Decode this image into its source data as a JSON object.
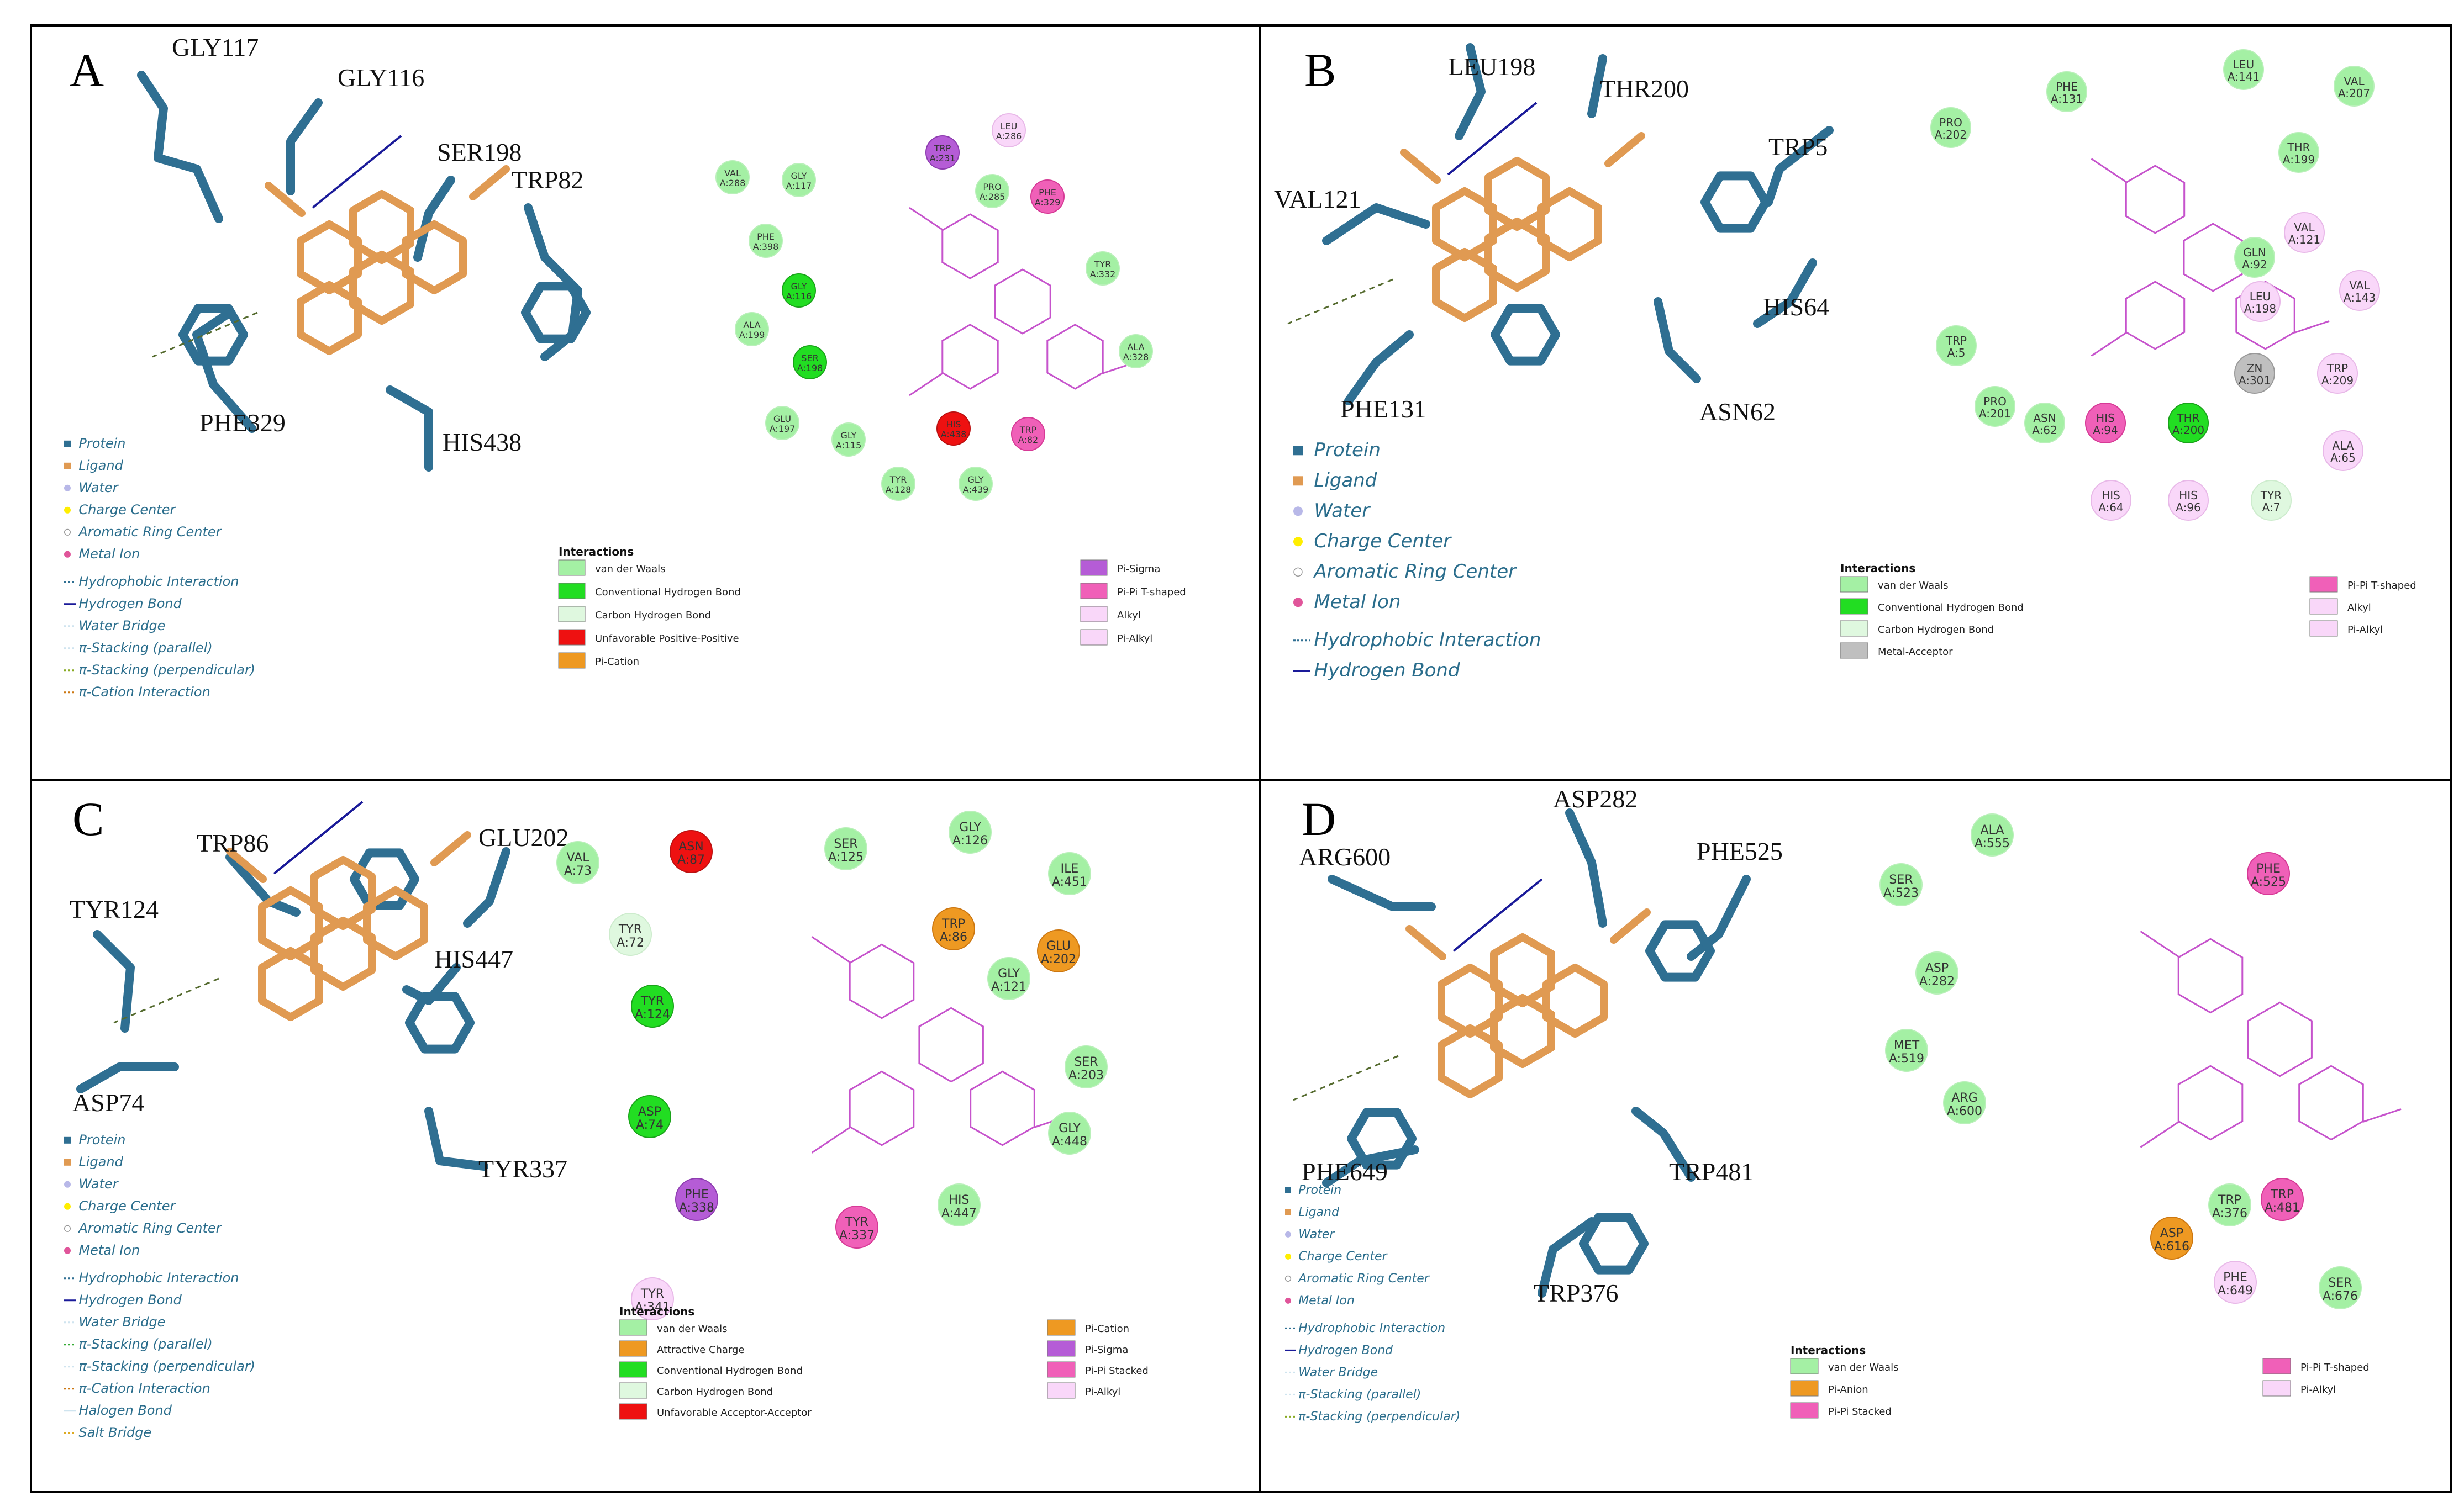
{
  "figure": {
    "background": "#ffffff",
    "border_color": "#000000"
  },
  "colors": {
    "protein": "#2f6f92",
    "ligand": "#e09a52",
    "water": "#b8b8e8",
    "charge": "#ffee00",
    "aromatic": "#ffffff",
    "metal": "#e0559a",
    "vdw": "#a4f0a4",
    "hbond": "#22dd22",
    "carbon_hbond": "#dff8df",
    "unfav": "#ee1111",
    "pi_cation": "#ee9922",
    "pi_sigma": "#b55cd6",
    "pi_pi_t": "#f060b8",
    "alkyl": "#f9d7f9",
    "metal_acceptor": "#bfbfbf",
    "attractive": "#ee9922",
    "pi_stacked": "#f060b8",
    "pi_anion": "#ee9922",
    "ligand2d": "#c653cc"
  },
  "panels": [
    {
      "letter": "A",
      "residues3d": [
        "GLY117",
        "GLY116",
        "SER198",
        "TRP82",
        "PHE329",
        "HIS438"
      ],
      "legend": {
        "size": 24,
        "items": [
          {
            "label": "Protein",
            "marker": "square",
            "color": "#2f6f92"
          },
          {
            "label": "Ligand",
            "marker": "square",
            "color": "#e09a52"
          },
          {
            "label": "Water",
            "marker": "dot",
            "color": "#b8b8e8"
          },
          {
            "label": "Charge Center",
            "marker": "dot",
            "color": "#ffee00"
          },
          {
            "label": "Aromatic Ring Center",
            "marker": "ring",
            "color": "#ffffff"
          },
          {
            "label": "Metal Ion",
            "marker": "dot",
            "color": "#e0559a"
          }
        ],
        "lines": [
          {
            "label": "Hydrophobic Interaction",
            "color": "#2f6f92",
            "dash": true
          },
          {
            "label": "Hydrogen Bond",
            "color": "#1a1a99",
            "dash": false
          },
          {
            "label": "Water Bridge",
            "color": "#cfe4ef",
            "dash": true
          },
          {
            "label": "π-Stacking (parallel)",
            "color": "#cfe4ef",
            "dash": true
          },
          {
            "label": "π-Stacking (perpendicular)",
            "color": "#88aa22",
            "dash": true
          },
          {
            "label": "π-Cation Interaction",
            "color": "#cc7711",
            "dash": true
          }
        ]
      },
      "residues2d": [
        {
          "name": "VAL",
          "num": "A:288",
          "type": "vdw"
        },
        {
          "name": "GLY",
          "num": "A:117",
          "type": "vdw"
        },
        {
          "name": "TRP",
          "num": "A:231",
          "type": "pi_sigma"
        },
        {
          "name": "LEU",
          "num": "A:286",
          "type": "alkyl"
        },
        {
          "name": "PRO",
          "num": "A:285",
          "type": "vdw"
        },
        {
          "name": "PHE",
          "num": "A:329",
          "type": "pi_pi_t"
        },
        {
          "name": "PHE",
          "num": "A:398",
          "type": "vdw"
        },
        {
          "name": "GLY",
          "num": "A:116",
          "type": "hbond"
        },
        {
          "name": "TYR",
          "num": "A:332",
          "type": "vdw"
        },
        {
          "name": "ALA",
          "num": "A:199",
          "type": "vdw"
        },
        {
          "name": "SER",
          "num": "A:198",
          "type": "hbond"
        },
        {
          "name": "ALA",
          "num": "A:328",
          "type": "vdw"
        },
        {
          "name": "GLU",
          "num": "A:197",
          "type": "vdw"
        },
        {
          "name": "GLY",
          "num": "A:115",
          "type": "vdw"
        },
        {
          "name": "HIS",
          "num": "A:438",
          "type": "unfav"
        },
        {
          "name": "TRP",
          "num": "A:82",
          "type": "pi_pi_t"
        },
        {
          "name": "TYR",
          "num": "A:128",
          "type": "vdw"
        },
        {
          "name": "GLY",
          "num": "A:439",
          "type": "vdw"
        }
      ],
      "interactions": {
        "title": "Interactions",
        "left": [
          {
            "label": "van der Waals",
            "type": "vdw"
          },
          {
            "label": "Conventional Hydrogen Bond",
            "type": "hbond"
          },
          {
            "label": "Carbon Hydrogen Bond",
            "type": "carbon_hbond"
          },
          {
            "label": "Unfavorable Positive-Positive",
            "type": "unfav"
          },
          {
            "label": "Pi-Cation",
            "type": "pi_cation"
          }
        ],
        "right": [
          {
            "label": "Pi-Sigma",
            "type": "pi_sigma"
          },
          {
            "label": "Pi-Pi T-shaped",
            "type": "pi_pi_t"
          },
          {
            "label": "Alkyl",
            "type": "alkyl"
          },
          {
            "label": "Pi-Alkyl",
            "type": "alkyl"
          }
        ]
      }
    },
    {
      "letter": "B",
      "residues3d": [
        "LEU198",
        "THR200",
        "TRP5",
        "VAL121",
        "HIS64",
        "PHE131",
        "ASN62"
      ],
      "legend": {
        "size": 34,
        "items": [
          {
            "label": "Protein",
            "marker": "square",
            "color": "#2f6f92"
          },
          {
            "label": "Ligand",
            "marker": "square",
            "color": "#e09a52"
          },
          {
            "label": "Water",
            "marker": "dot",
            "color": "#b8b8e8"
          },
          {
            "label": "Charge Center",
            "marker": "dot",
            "color": "#ffee00"
          },
          {
            "label": "Aromatic Ring Center",
            "marker": "ring",
            "color": "#ffffff"
          },
          {
            "label": "Metal Ion",
            "marker": "dot",
            "color": "#e0559a"
          }
        ],
        "lines": [
          {
            "label": "Hydrophobic Interaction",
            "color": "#2f6f92",
            "dash": true
          },
          {
            "label": "Hydrogen Bond",
            "color": "#1a1a99",
            "dash": false
          }
        ]
      },
      "residues2d": [
        {
          "name": "PHE",
          "num": "A:131",
          "type": "vdw"
        },
        {
          "name": "LEU",
          "num": "A:141",
          "type": "vdw"
        },
        {
          "name": "VAL",
          "num": "A:207",
          "type": "vdw"
        },
        {
          "name": "PRO",
          "num": "A:202",
          "type": "vdw"
        },
        {
          "name": "THR",
          "num": "A:199",
          "type": "vdw"
        },
        {
          "name": "VAL",
          "num": "A:121",
          "type": "alkyl"
        },
        {
          "name": "GLN",
          "num": "A:92",
          "type": "vdw"
        },
        {
          "name": "VAL",
          "num": "A:143",
          "type": "alkyl"
        },
        {
          "name": "LEU",
          "num": "A:198",
          "type": "alkyl"
        },
        {
          "name": "TRP",
          "num": "A:5",
          "type": "vdw"
        },
        {
          "name": "ZN",
          "num": "A:301",
          "type": "metal_acceptor"
        },
        {
          "name": "TRP",
          "num": "A:209",
          "type": "alkyl"
        },
        {
          "name": "PRO",
          "num": "A:201",
          "type": "vdw"
        },
        {
          "name": "ASN",
          "num": "A:62",
          "type": "vdw"
        },
        {
          "name": "HIS",
          "num": "A:94",
          "type": "pi_pi_t"
        },
        {
          "name": "THR",
          "num": "A:200",
          "type": "hbond"
        },
        {
          "name": "ALA",
          "num": "A:65",
          "type": "alkyl"
        },
        {
          "name": "HIS",
          "num": "A:64",
          "type": "alkyl"
        },
        {
          "name": "HIS",
          "num": "A:96",
          "type": "alkyl"
        },
        {
          "name": "TYR",
          "num": "A:7",
          "type": "carbon_hbond"
        }
      ],
      "interactions": {
        "title": "Interactions",
        "left": [
          {
            "label": "van der Waals",
            "type": "vdw"
          },
          {
            "label": "Conventional Hydrogen Bond",
            "type": "hbond"
          },
          {
            "label": "Carbon Hydrogen Bond",
            "type": "carbon_hbond"
          },
          {
            "label": "Metal-Acceptor",
            "type": "metal_acceptor"
          }
        ],
        "right": [
          {
            "label": "Pi-Pi T-shaped",
            "type": "pi_pi_t"
          },
          {
            "label": "Alkyl",
            "type": "alkyl"
          },
          {
            "label": "Pi-Alkyl",
            "type": "alkyl"
          }
        ]
      }
    },
    {
      "letter": "C",
      "residues3d": [
        "TRP86",
        "GLU202",
        "TYR124",
        "HIS447",
        "ASP74",
        "TYR337"
      ],
      "legend": {
        "size": 24,
        "items": [
          {
            "label": "Protein",
            "marker": "square",
            "color": "#2f6f92"
          },
          {
            "label": "Ligand",
            "marker": "square",
            "color": "#e09a52"
          },
          {
            "label": "Water",
            "marker": "dot",
            "color": "#b8b8e8"
          },
          {
            "label": "Charge Center",
            "marker": "dot",
            "color": "#ffee00"
          },
          {
            "label": "Aromatic Ring Center",
            "marker": "ring",
            "color": "#ffffff"
          },
          {
            "label": "Metal Ion",
            "marker": "dot",
            "color": "#e0559a"
          }
        ],
        "lines": [
          {
            "label": "Hydrophobic Interaction",
            "color": "#2f6f92",
            "dash": true
          },
          {
            "label": "Hydrogen Bond",
            "color": "#1a1a99",
            "dash": false
          },
          {
            "label": "Water Bridge",
            "color": "#cfe4ef",
            "dash": true
          },
          {
            "label": "π-Stacking (parallel)",
            "color": "#33aa33",
            "dash": true
          },
          {
            "label": "π-Stacking (perpendicular)",
            "color": "#cfe4ef",
            "dash": true
          },
          {
            "label": "π-Cation Interaction",
            "color": "#cc7711",
            "dash": true
          },
          {
            "label": "Halogen Bond",
            "color": "#cfe4ef",
            "dash": false
          },
          {
            "label": "Salt Bridge",
            "color": "#ddaa22",
            "dash": true
          }
        ]
      },
      "residues2d": [
        {
          "name": "ASN",
          "num": "A:87",
          "type": "unfav"
        },
        {
          "name": "SER",
          "num": "A:125",
          "type": "vdw"
        },
        {
          "name": "GLY",
          "num": "A:126",
          "type": "vdw"
        },
        {
          "name": "VAL",
          "num": "A:73",
          "type": "vdw"
        },
        {
          "name": "ILE",
          "num": "A:451",
          "type": "vdw"
        },
        {
          "name": "TYR",
          "num": "A:72",
          "type": "carbon_hbond"
        },
        {
          "name": "TRP",
          "num": "A:86",
          "type": "pi_cation"
        },
        {
          "name": "GLU",
          "num": "A:202",
          "type": "pi_cation"
        },
        {
          "name": "GLY",
          "num": "A:121",
          "type": "vdw"
        },
        {
          "name": "TYR",
          "num": "A:124",
          "type": "hbond"
        },
        {
          "name": "SER",
          "num": "A:203",
          "type": "vdw"
        },
        {
          "name": "ASP",
          "num": "A:74",
          "type": "hbond"
        },
        {
          "name": "GLY",
          "num": "A:448",
          "type": "vdw"
        },
        {
          "name": "PHE",
          "num": "A:338",
          "type": "pi_sigma"
        },
        {
          "name": "TYR",
          "num": "A:337",
          "type": "pi_stacked"
        },
        {
          "name": "HIS",
          "num": "A:447",
          "type": "vdw"
        },
        {
          "name": "TYR",
          "num": "A:341",
          "type": "alkyl"
        }
      ],
      "interactions": {
        "title": "Interactions",
        "left": [
          {
            "label": "van der Waals",
            "type": "vdw"
          },
          {
            "label": "Attractive Charge",
            "type": "attractive"
          },
          {
            "label": "Conventional Hydrogen Bond",
            "type": "hbond"
          },
          {
            "label": "Carbon Hydrogen Bond",
            "type": "carbon_hbond"
          },
          {
            "label": "Unfavorable Acceptor-Acceptor",
            "type": "unfav"
          }
        ],
        "right": [
          {
            "label": "Pi-Cation",
            "type": "pi_cation"
          },
          {
            "label": "Pi-Sigma",
            "type": "pi_sigma"
          },
          {
            "label": "Pi-Pi Stacked",
            "type": "pi_stacked"
          },
          {
            "label": "Pi-Alkyl",
            "type": "alkyl"
          }
        ]
      }
    },
    {
      "letter": "D",
      "residues3d": [
        "ASP282",
        "ARG600",
        "PHE525",
        "PHE649",
        "TRP481",
        "TRP376"
      ],
      "legend": {
        "size": 22,
        "items": [
          {
            "label": "Protein",
            "marker": "square",
            "color": "#2f6f92"
          },
          {
            "label": "Ligand",
            "marker": "square",
            "color": "#e09a52"
          },
          {
            "label": "Water",
            "marker": "dot",
            "color": "#b8b8e8"
          },
          {
            "label": "Charge Center",
            "marker": "dot",
            "color": "#ffee00"
          },
          {
            "label": "Aromatic Ring Center",
            "marker": "ring",
            "color": "#ffffff"
          },
          {
            "label": "Metal Ion",
            "marker": "dot",
            "color": "#e0559a"
          }
        ],
        "lines": [
          {
            "label": "Hydrophobic Interaction",
            "color": "#2f6f92",
            "dash": true
          },
          {
            "label": "Hydrogen Bond",
            "color": "#1a1a99",
            "dash": false
          },
          {
            "label": "Water Bridge",
            "color": "#cfe4ef",
            "dash": true
          },
          {
            "label": "π-Stacking (parallel)",
            "color": "#cfe4ef",
            "dash": true
          },
          {
            "label": "π-Stacking (perpendicular)",
            "color": "#88aa22",
            "dash": true
          }
        ]
      },
      "residues2d": [
        {
          "name": "ALA",
          "num": "A:555",
          "type": "vdw"
        },
        {
          "name": "SER",
          "num": "A:523",
          "type": "vdw"
        },
        {
          "name": "PHE",
          "num": "A:525",
          "type": "pi_pi_t"
        },
        {
          "name": "ASP",
          "num": "A:282",
          "type": "vdw"
        },
        {
          "name": "MET",
          "num": "A:519",
          "type": "vdw"
        },
        {
          "name": "ARG",
          "num": "A:600",
          "type": "vdw"
        },
        {
          "name": "TRP",
          "num": "A:376",
          "type": "vdw"
        },
        {
          "name": "TRP",
          "num": "A:481",
          "type": "pi_pi_t"
        },
        {
          "name": "ASP",
          "num": "A:616",
          "type": "pi_anion"
        },
        {
          "name": "PHE",
          "num": "A:649",
          "type": "alkyl"
        },
        {
          "name": "SER",
          "num": "A:676",
          "type": "vdw"
        }
      ],
      "interactions": {
        "title": "Interactions",
        "left": [
          {
            "label": "van der Waals",
            "type": "vdw"
          },
          {
            "label": "Pi-Anion",
            "type": "pi_anion"
          },
          {
            "label": "Pi-Pi Stacked",
            "type": "pi_stacked"
          }
        ],
        "right": [
          {
            "label": "Pi-Pi T-shaped",
            "type": "pi_pi_t"
          },
          {
            "label": "Pi-Alkyl",
            "type": "alkyl"
          }
        ]
      }
    }
  ]
}
